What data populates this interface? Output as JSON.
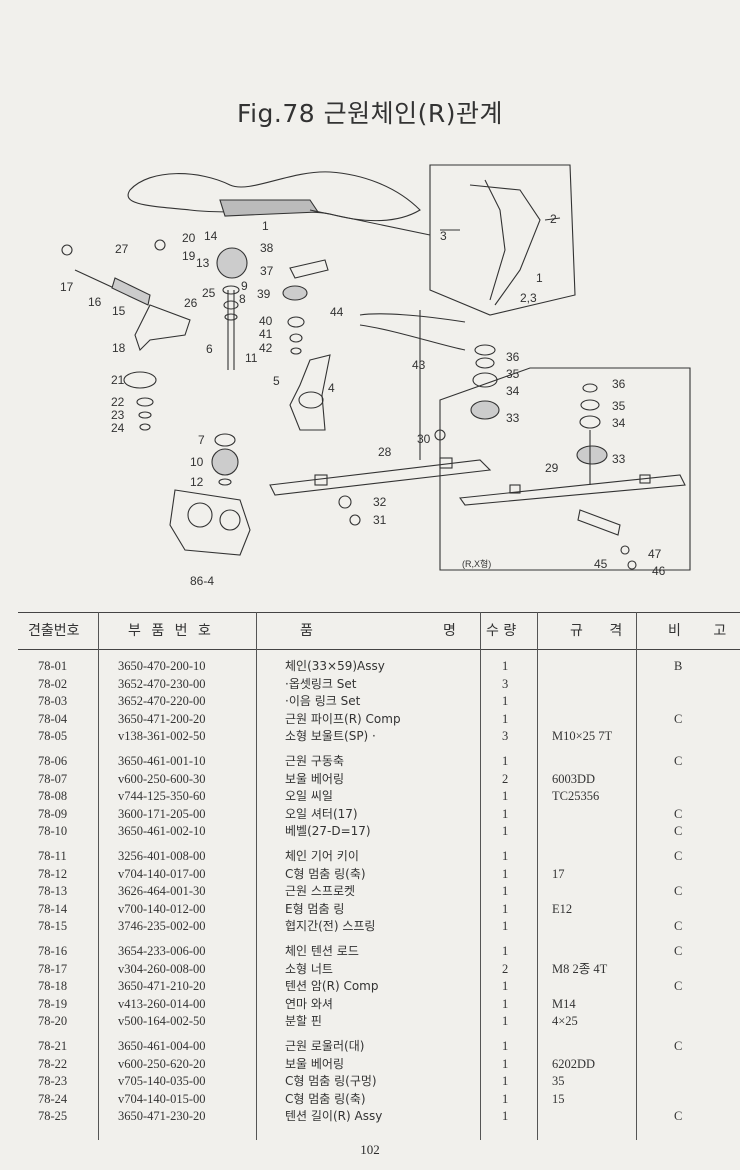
{
  "figure": {
    "title": "Fig.78 근원체인(R)관계",
    "labels": [
      "1",
      "2",
      "3",
      "4",
      "5",
      "6",
      "7",
      "8",
      "9",
      "10",
      "11",
      "12",
      "13",
      "14",
      "15",
      "16",
      "17",
      "18",
      "19",
      "20",
      "21",
      "22",
      "23",
      "24",
      "25",
      "26",
      "27",
      "28",
      "29",
      "30",
      "31",
      "32",
      "33",
      "34",
      "35",
      "36",
      "37",
      "38",
      "39",
      "40",
      "41",
      "42",
      "43",
      "44",
      "45",
      "46",
      "47",
      "86-4"
    ],
    "inset_label": "(R,X형)",
    "inset_ref": "2,3"
  },
  "table": {
    "headers": {
      "no": "견출번호",
      "part": "부 품 번 호",
      "name_left": "품",
      "name_right": "명",
      "qty": "수 량",
      "spec": "규 격",
      "note": "비 고"
    },
    "rows": [
      {
        "no": "78-01",
        "part": "3650-470-200-10",
        "name": "체인(33×59)Assy",
        "qty": "1",
        "spec": "",
        "note": "B"
      },
      {
        "no": "78-02",
        "part": "3652-470-230-00",
        "name": "·옵셋링크 Set",
        "qty": "3",
        "spec": "",
        "note": ""
      },
      {
        "no": "78-03",
        "part": "3652-470-220-00",
        "name": "·이음 링크 Set",
        "qty": "1",
        "spec": "",
        "note": ""
      },
      {
        "no": "78-04",
        "part": "3650-471-200-20",
        "name": "근원 파이프(R) Comp",
        "qty": "1",
        "spec": "",
        "note": "C"
      },
      {
        "no": "78-05",
        "part": "v138-361-002-50",
        "name": "소형 보울트(SP) ·",
        "qty": "3",
        "spec": "M10×25 7T",
        "note": ""
      },
      {
        "no": "78-06",
        "part": "3650-461-001-10",
        "name": "근원 구동축",
        "qty": "1",
        "spec": "",
        "note": "C"
      },
      {
        "no": "78-07",
        "part": "v600-250-600-30",
        "name": "보울 베어링",
        "qty": "2",
        "spec": "6003DD",
        "note": ""
      },
      {
        "no": "78-08",
        "part": "v744-125-350-60",
        "name": "오일 씨일",
        "qty": "1",
        "spec": "TC25356",
        "note": ""
      },
      {
        "no": "78-09",
        "part": "3600-171-205-00",
        "name": "오일 셔터(17)",
        "qty": "1",
        "spec": "",
        "note": "C"
      },
      {
        "no": "78-10",
        "part": "3650-461-002-10",
        "name": "베벨(27-D=17)",
        "qty": "1",
        "spec": "",
        "note": "C"
      },
      {
        "no": "78-11",
        "part": "3256-401-008-00",
        "name": "체인 기어 키이",
        "qty": "1",
        "spec": "",
        "note": "C"
      },
      {
        "no": "78-12",
        "part": "v704-140-017-00",
        "name": "C형 멈춤 링(축)",
        "qty": "1",
        "spec": "17",
        "note": ""
      },
      {
        "no": "78-13",
        "part": "3626-464-001-30",
        "name": "근원 스프로켓",
        "qty": "1",
        "spec": "",
        "note": "C"
      },
      {
        "no": "78-14",
        "part": "v700-140-012-00",
        "name": "E형 멈춤 링",
        "qty": "1",
        "spec": "E12",
        "note": ""
      },
      {
        "no": "78-15",
        "part": "3746-235-002-00",
        "name": "협지간(전) 스프링",
        "qty": "1",
        "spec": "",
        "note": "C"
      },
      {
        "no": "78-16",
        "part": "3654-233-006-00",
        "name": "체인 텐션 로드",
        "qty": "1",
        "spec": "",
        "note": "C"
      },
      {
        "no": "78-17",
        "part": "v304-260-008-00",
        "name": "소형 너트",
        "qty": "2",
        "spec": "M8 2종 4T",
        "note": ""
      },
      {
        "no": "78-18",
        "part": "3650-471-210-20",
        "name": "텐션 암(R) Comp",
        "qty": "1",
        "spec": "",
        "note": "C"
      },
      {
        "no": "78-19",
        "part": "v413-260-014-00",
        "name": "연마 와셔",
        "qty": "1",
        "spec": "M14",
        "note": ""
      },
      {
        "no": "78-20",
        "part": "v500-164-002-50",
        "name": "분할 핀",
        "qty": "1",
        "spec": "4×25",
        "note": ""
      },
      {
        "no": "78-21",
        "part": "3650-461-004-00",
        "name": "근원 로울러(대)",
        "qty": "1",
        "spec": "",
        "note": "C"
      },
      {
        "no": "78-22",
        "part": "v600-250-620-20",
        "name": "보울 베어링",
        "qty": "1",
        "spec": "6202DD",
        "note": ""
      },
      {
        "no": "78-23",
        "part": "v705-140-035-00",
        "name": "C형 멈춤 링(구멍)",
        "qty": "1",
        "spec": "35",
        "note": ""
      },
      {
        "no": "78-24",
        "part": "v704-140-015-00",
        "name": "C형 멈춤 링(축)",
        "qty": "1",
        "spec": "15",
        "note": ""
      },
      {
        "no": "78-25",
        "part": "3650-471-230-20",
        "name": "텐션 길이(R) Assy",
        "qty": "1",
        "spec": "",
        "note": "C"
      }
    ]
  },
  "page_number": "102"
}
